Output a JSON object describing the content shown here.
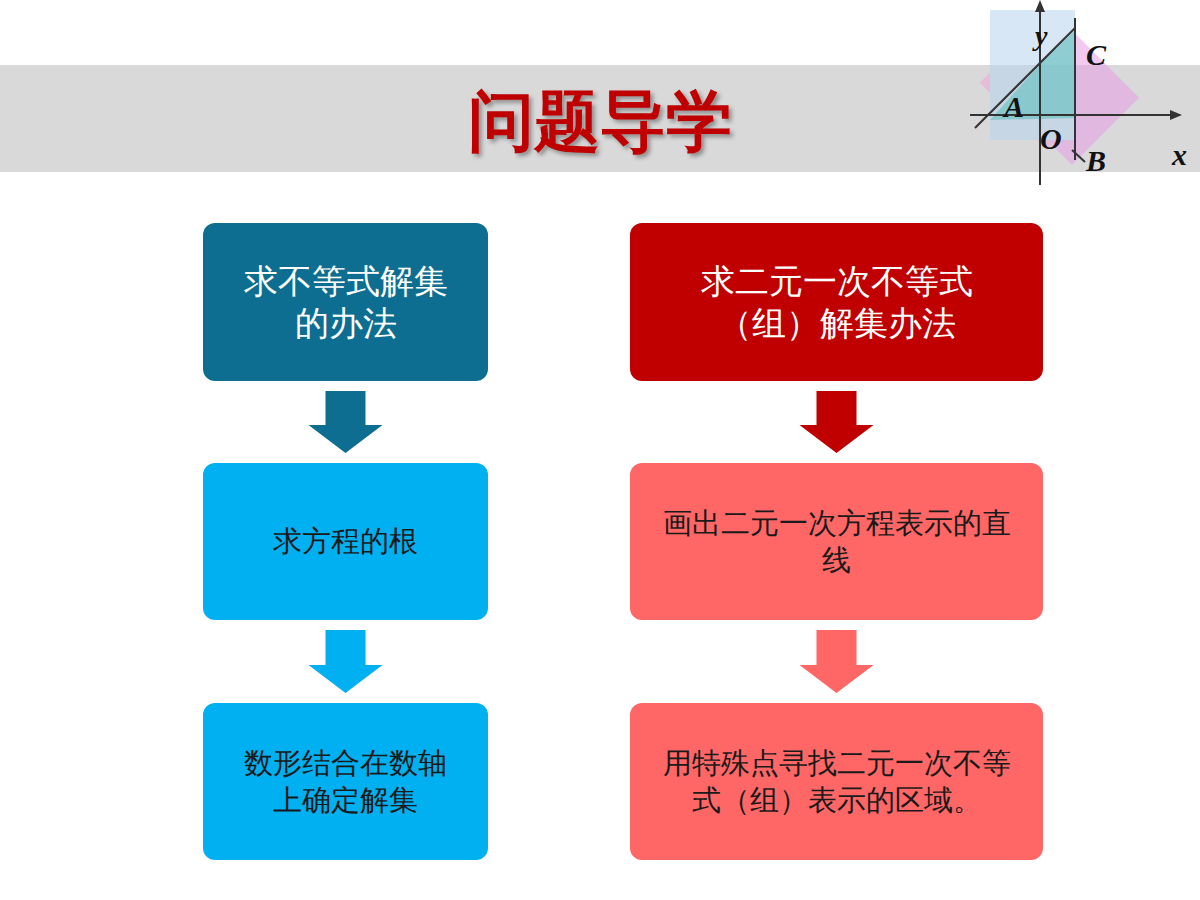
{
  "diagram": {
    "title": "问题导学",
    "nodes": [
      {
        "text": [
          "求不等式解集的办法"
        ]
      },
      {
        "text": [
          "求方程的根"
        ]
      },
      {
        "text": [
          "数形结合在数轴上确定解集"
        ]
      },
      {
        "text": [
          "求二元一次不等式（组）解集办法"
        ]
      },
      {
        "text": [
          "画出二元一次方程表示的直线"
        ]
      },
      {
        "text": [
          "用特殊点寻找二元一次不等式（组）表示的区域。"
        ]
      }
    ],
    "edges": [
      {
        "from": 0,
        "to": 1,
        "arrow": "to"
      },
      {
        "from": 1,
        "to": 2,
        "arrow": "to"
      },
      {
        "from": 3,
        "to": 4,
        "arrow": "to"
      },
      {
        "from": 4,
        "to": 5,
        "arrow": "to"
      }
    ],
    "labels": [
      "y",
      "C",
      "A",
      "O",
      "B",
      "x"
    ]
  }
}
